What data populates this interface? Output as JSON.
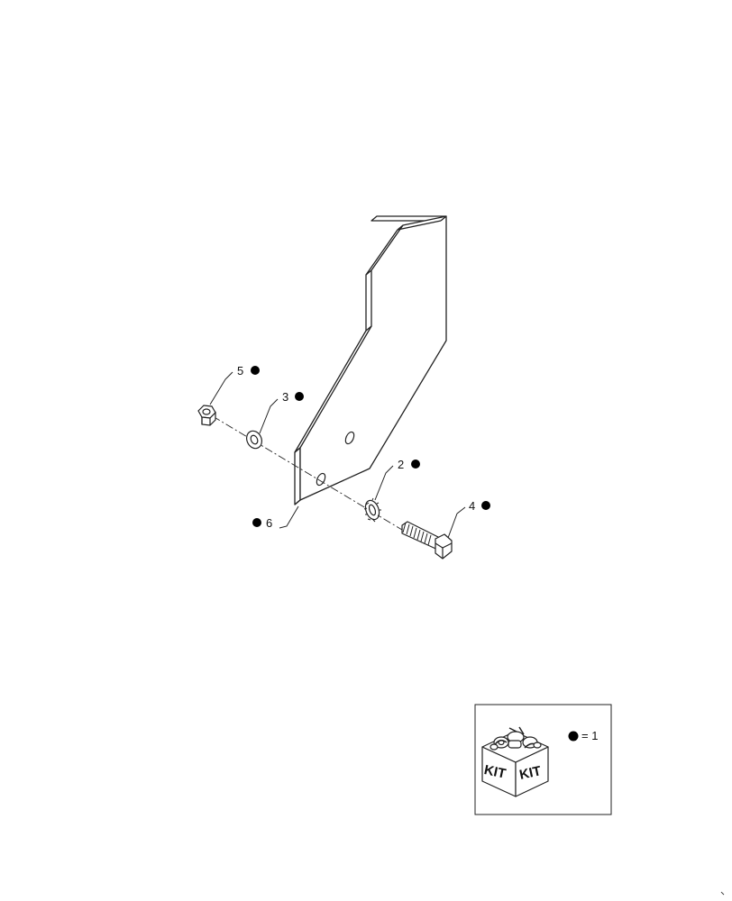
{
  "callouts": {
    "c2": "2",
    "c3": "3",
    "c4": "4",
    "c5": "5",
    "c6": "6"
  },
  "legend": {
    "kit_label_left": "KIT",
    "kit_label_right": "KIT",
    "equals_text": "= 1"
  },
  "colors": {
    "line": "#222222",
    "part_fill": "#ffffff",
    "bullet": "#000000"
  }
}
